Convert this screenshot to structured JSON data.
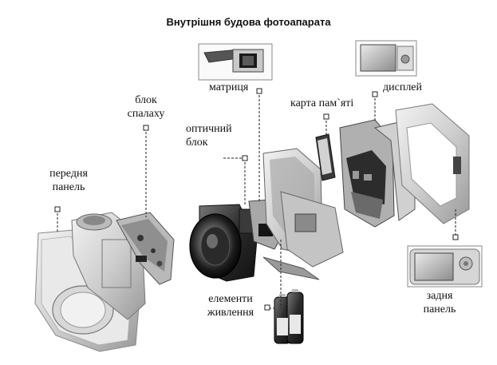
{
  "title": "Внутрішня будова фотоапарата",
  "labels": {
    "front_panel": [
      "передня",
      "панель"
    ],
    "flash_unit": [
      "блок",
      "спалаху"
    ],
    "optical_unit": [
      "оптичний",
      "блок"
    ],
    "sensor": [
      "матриця"
    ],
    "memory_card": [
      "карта пам`яті"
    ],
    "display": [
      "дисплей"
    ],
    "power_cells": [
      "елементи",
      "живлення"
    ],
    "rear_panel": [
      "задня",
      "панель"
    ]
  }
}
